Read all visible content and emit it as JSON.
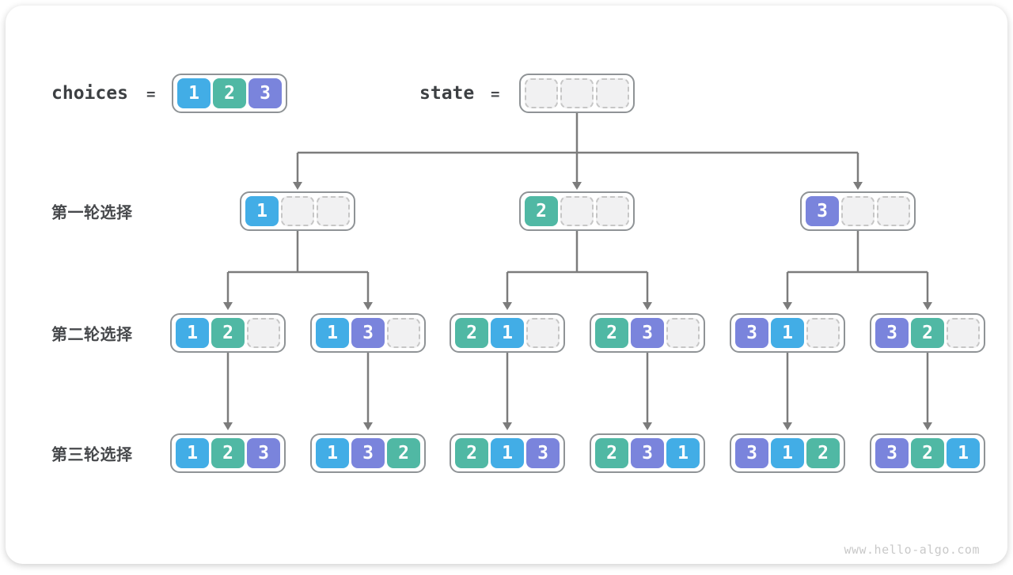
{
  "header": {
    "choices_label": "choices",
    "choices_equals": "=",
    "choices_values": [
      "1",
      "2",
      "3"
    ],
    "state_label": "state",
    "state_equals": "=",
    "state_cells": [
      "",
      "",
      ""
    ]
  },
  "rows": [
    {
      "label": "第一轮选择",
      "nodes": [
        {
          "cells": [
            "1",
            "",
            ""
          ]
        },
        {
          "cells": [
            "2",
            "",
            ""
          ]
        },
        {
          "cells": [
            "3",
            "",
            ""
          ]
        }
      ]
    },
    {
      "label": "第二轮选择",
      "nodes": [
        {
          "cells": [
            "1",
            "2",
            ""
          ]
        },
        {
          "cells": [
            "1",
            "3",
            ""
          ]
        },
        {
          "cells": [
            "2",
            "1",
            ""
          ]
        },
        {
          "cells": [
            "2",
            "3",
            ""
          ]
        },
        {
          "cells": [
            "3",
            "1",
            ""
          ]
        },
        {
          "cells": [
            "3",
            "2",
            ""
          ]
        }
      ]
    },
    {
      "label": "第三轮选择",
      "nodes": [
        {
          "cells": [
            "1",
            "2",
            "3"
          ]
        },
        {
          "cells": [
            "1",
            "3",
            "2"
          ]
        },
        {
          "cells": [
            "2",
            "1",
            "3"
          ]
        },
        {
          "cells": [
            "2",
            "3",
            "1"
          ]
        },
        {
          "cells": [
            "3",
            "1",
            "2"
          ]
        },
        {
          "cells": [
            "3",
            "2",
            "1"
          ]
        }
      ]
    }
  ],
  "colors": {
    "1": "#42ade6",
    "2": "#50b8a4",
    "3": "#7a84dc",
    "line": "#7c7c7c"
  },
  "watermark": "www.hello-algo.com"
}
